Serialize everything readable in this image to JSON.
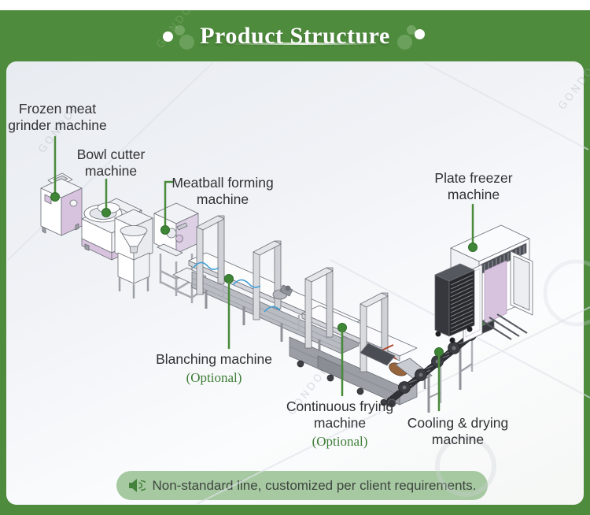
{
  "header": {
    "title": "Product Structure"
  },
  "labels": {
    "grinder": {
      "line1": "Frozen meat",
      "line2": "grinder machine"
    },
    "bowl_cutterformer": {
      "line1": "Bowl cutter",
      "line2": "machine"
    },
    "meatball_former": {
      "line1": "Meatball forming",
      "line2": "machine"
    },
    "plate_freezer": {
      "line1": "Plate freezer",
      "line2": "machine"
    },
    "blanching": {
      "line1": "Blanching machine",
      "optional": "(Optional)"
    },
    "frying": {
      "line1": "Continuous frying",
      "line2": "machine",
      "optional": "(Optional)"
    },
    "cooling": {
      "line1": "Cooling & drying",
      "line2": "machine"
    }
  },
  "footer": {
    "note": "Non-standard line, customized per client requirements."
  },
  "watermark": {
    "text": "GONDOR"
  },
  "colors": {
    "brand_green": "#4e8b3c",
    "connector_green": "#4a8a3b",
    "optional_green": "#3e7d36",
    "footer_pill_green": "#a6c9a1",
    "label_text": "#2f3133",
    "machine_lavender": "#d8c3de",
    "belt_white": "#fcfcfd",
    "frame_gray": "#b9bcc2",
    "dark_conveyor": "#4a4d53",
    "hose_blue": "#3f9fd6"
  }
}
